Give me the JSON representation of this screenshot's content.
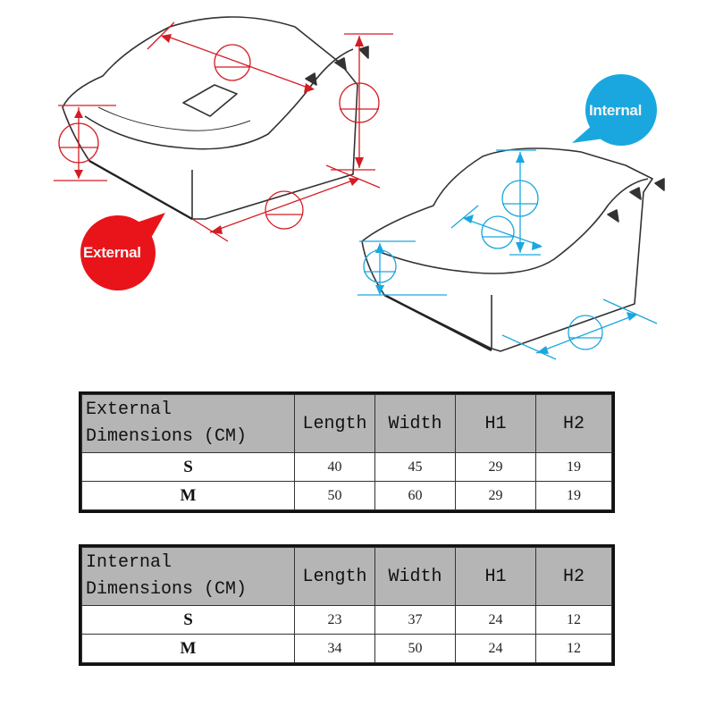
{
  "illustration": {
    "external_label": "External",
    "internal_label": "Internal",
    "colors": {
      "external": "#e8141a",
      "internal": "#1aa7df",
      "outline": "#333333"
    }
  },
  "tables": [
    {
      "title_line1": "External",
      "title_line2": "Dimensions (CM)",
      "columns": [
        "Length",
        "Width",
        "H1",
        "H2"
      ],
      "rows": [
        {
          "size": "S",
          "values": [
            "40",
            "45",
            "29",
            "19"
          ]
        },
        {
          "size": "M",
          "values": [
            "50",
            "60",
            "29",
            "19"
          ]
        }
      ]
    },
    {
      "title_line1": "Internal",
      "title_line2": "Dimensions (CM)",
      "columns": [
        "Length",
        "Width",
        "H1",
        "H2"
      ],
      "rows": [
        {
          "size": "S",
          "values": [
            "23",
            "37",
            "24",
            "12"
          ]
        },
        {
          "size": "M",
          "values": [
            "34",
            "50",
            "24",
            "12"
          ]
        }
      ]
    }
  ]
}
